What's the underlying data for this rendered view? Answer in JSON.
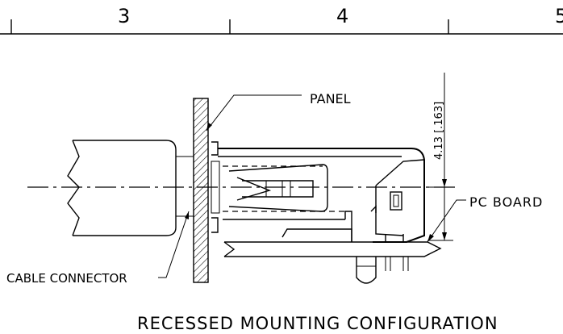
{
  "ruler": {
    "labels": [
      "3",
      "4",
      "5"
    ]
  },
  "labels": {
    "panel": "PANEL",
    "pc_board": "PC BOARD",
    "cable_connector": "CABLE CONNECTOR",
    "dimension": "4.13 [.163]",
    "caption": "RECESSED MOUNTING CONFIGURATION"
  }
}
